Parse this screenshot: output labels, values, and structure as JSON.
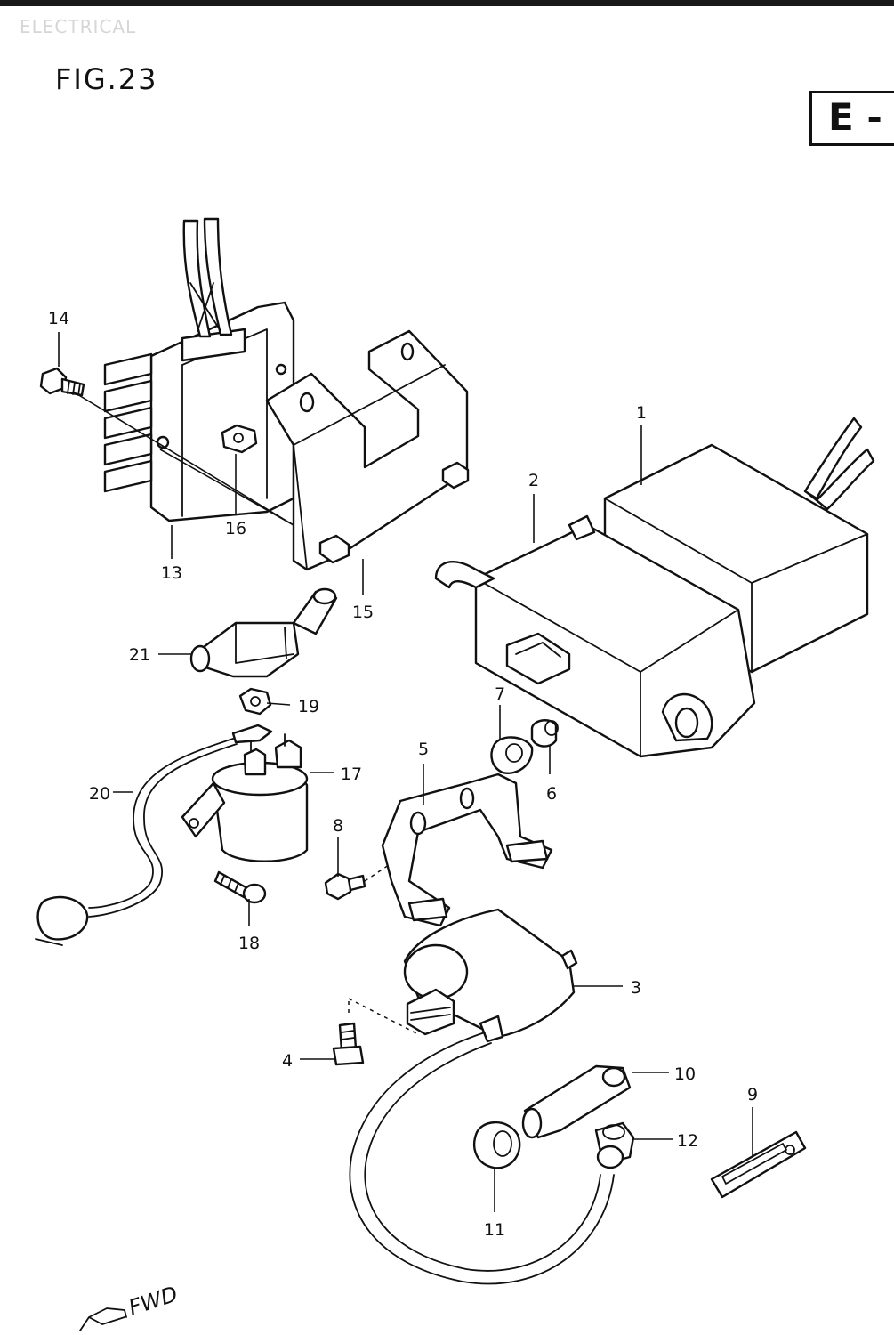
{
  "header": {
    "section": "ELECTRICAL",
    "figure": "FIG.23",
    "code": "E -"
  },
  "callouts": [
    "1",
    "2",
    "3",
    "4",
    "5",
    "6",
    "7",
    "8",
    "9",
    "10",
    "11",
    "12",
    "13",
    "14",
    "15",
    "16",
    "17",
    "18",
    "19",
    "20",
    "21"
  ],
  "direction": {
    "label": "FWD",
    "icon": "arrow-forward-icon"
  }
}
